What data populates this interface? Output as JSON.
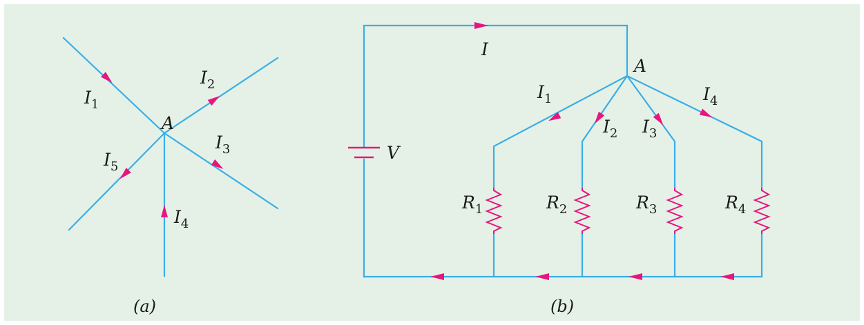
{
  "colors": {
    "background": "#e5f1e7",
    "wire": "#3aaee6",
    "arrow": "#e8157f",
    "text": "#1a1a1a"
  },
  "fig_a": {
    "node": "A",
    "currents": [
      {
        "base": "I",
        "sub": "1"
      },
      {
        "base": "I",
        "sub": "2"
      },
      {
        "base": "I",
        "sub": "3"
      },
      {
        "base": "I",
        "sub": "4"
      },
      {
        "base": "I",
        "sub": "5"
      }
    ],
    "caption": "(a)"
  },
  "fig_b": {
    "main_current": "I",
    "node": "A",
    "source": "V",
    "branch_currents": [
      {
        "base": "I",
        "sub": "1"
      },
      {
        "base": "I",
        "sub": "2"
      },
      {
        "base": "I",
        "sub": "3"
      },
      {
        "base": "I",
        "sub": "4"
      }
    ],
    "resistors": [
      {
        "base": "R",
        "sub": "1"
      },
      {
        "base": "R",
        "sub": "2"
      },
      {
        "base": "R",
        "sub": "3"
      },
      {
        "base": "R",
        "sub": "4"
      }
    ],
    "caption": "(b)"
  }
}
